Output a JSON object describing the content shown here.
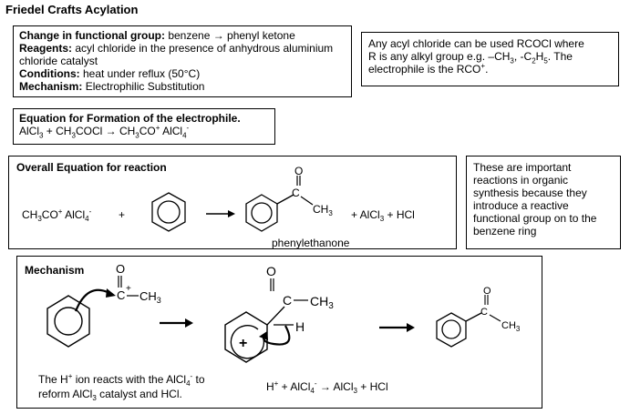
{
  "title": "Friedel Crafts Acylation",
  "summary": {
    "change_label": "Change in functional group:",
    "change_value": " benzene → phenyl ketone",
    "reagents_label": "Reagents:",
    "reagents_value": " acyl chloride in the presence of anhydrous aluminium chloride catalyst",
    "conditions_label": "Conditions:",
    "conditions_value": " heat under reflux (50°C)",
    "mechanism_label": "Mechanism:",
    "mechanism_value": " Electrophilic Substitution"
  },
  "note": {
    "line1": "Any acyl chloride can be used RCOCl where",
    "line2_pre": "R is any alkyl group e.g. –CH",
    "line2_mid": ",  -C",
    "line2_h": "H",
    "line2_post": ". The",
    "line3_pre": "electrophile is the RCO",
    "line3_post": "."
  },
  "electrophile": {
    "heading": "Equation for Formation of the electrophile.",
    "eq_a": "AlCl",
    "eq_b": " + CH",
    "eq_c": "COCl  → CH",
    "eq_d": "CO",
    "eq_e": " AlCl"
  },
  "overall": {
    "heading": "Overall Equation for reaction",
    "reactant_a": "CH",
    "reactant_b": "CO",
    "reactant_c": " AlCl",
    "plus": "+",
    "carbonyl_o": "O",
    "carbonyl_c": "C",
    "methyl": "CH",
    "products_a": "+ AlCl",
    "products_b": " + HCl",
    "product_name": "phenylethanone"
  },
  "importance": {
    "text": "These are important reactions in organic synthesis because they introduce a reactive functional group on to the benzene ring"
  },
  "mechanism": {
    "heading": "Mechanism",
    "o": "O",
    "c": "C",
    "plus": "+",
    "methyl": "CH",
    "h": "H",
    "regen_line1_a": "The H",
    "regen_line1_b": "  ion reacts with the AlCl",
    "regen_line1_c": "  to",
    "regen_line2_a": "reform AlCl",
    "regen_line2_b": " catalyst and HCl.",
    "final_eq_a": "H",
    "final_eq_b": " + AlCl",
    "final_eq_c": " → AlCl",
    "final_eq_d": " + HCl"
  }
}
